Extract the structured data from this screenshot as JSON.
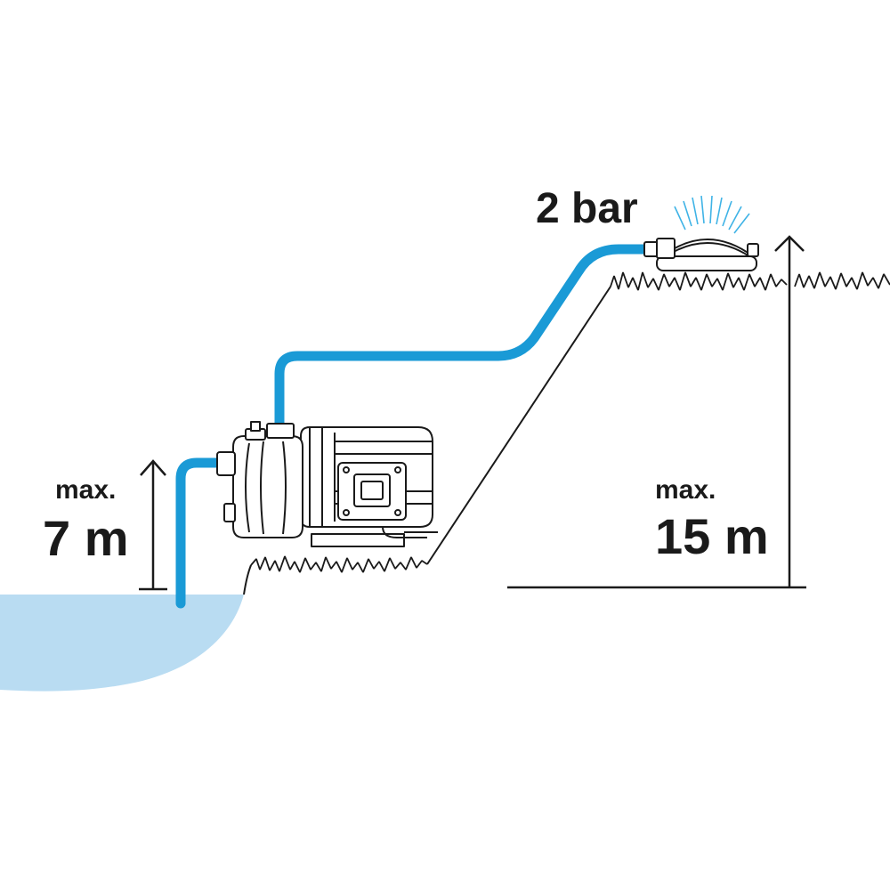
{
  "labels": {
    "pressure": "2 bar",
    "suction_prefix": "max.",
    "suction_value": "7 m",
    "delivery_prefix": "max.",
    "delivery_value": "15 m"
  },
  "colors": {
    "hose": "#1a9ad6",
    "water": "#b9dcf2",
    "line": "#1a1a1a",
    "spray": "#3fb3e6"
  },
  "icons": [
    "garden-pump-icon",
    "sprinkler-icon",
    "grass-icon",
    "water-surface-icon"
  ]
}
